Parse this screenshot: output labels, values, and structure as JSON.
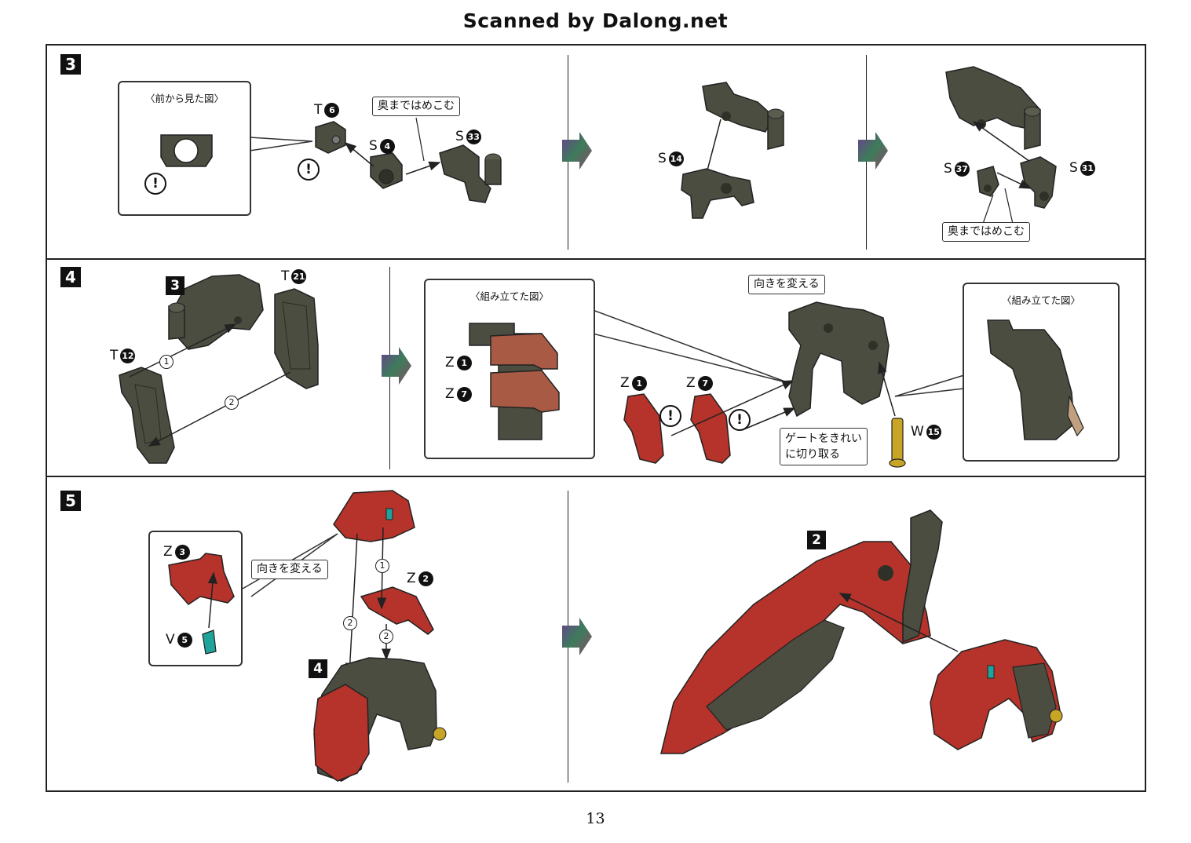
{
  "header": {
    "title": "Scanned by Dalong.net"
  },
  "page_number": "13",
  "colors": {
    "dark_part": "#4a4d40",
    "red_part": "#b5332a",
    "brown_part": "#a85a44",
    "gold_part": "#c9a526",
    "teal_part": "#1fa39a",
    "outline": "#222222"
  },
  "step3": {
    "number": "3",
    "callout_title": "〈前から見た図〉",
    "tag_push": "奥まではめこむ",
    "tag_push2": "奥まではめこむ",
    "labels": [
      {
        "letter": "T",
        "num": "6"
      },
      {
        "letter": "S",
        "num": "4"
      },
      {
        "letter": "S",
        "num": "33"
      },
      {
        "letter": "S",
        "num": "14"
      },
      {
        "letter": "S",
        "num": "37"
      },
      {
        "letter": "S",
        "num": "31"
      }
    ],
    "warning_glyph": "!"
  },
  "step4": {
    "number": "4",
    "ref_step": "3",
    "callout_assembled": "〈組み立てた図〉",
    "callout_assembled2": "〈組み立てた図〉",
    "tag_orient": "向きを変える",
    "tag_gate_line1": "ゲートをきれい",
    "tag_gate_line2": "に切り取る",
    "labels": [
      {
        "letter": "T",
        "num": "21"
      },
      {
        "letter": "T",
        "num": "12"
      },
      {
        "letter": "Z",
        "num": "1"
      },
      {
        "letter": "Z",
        "num": "7"
      },
      {
        "letter": "Z",
        "num": "1"
      },
      {
        "letter": "Z",
        "num": "7"
      },
      {
        "letter": "W",
        "num": "15"
      }
    ],
    "order": [
      "1",
      "2"
    ]
  },
  "step5": {
    "number": "5",
    "ref_step": "4",
    "ref_step2": "2",
    "tag_orient": "向きを変える",
    "labels": [
      {
        "letter": "Z",
        "num": "3"
      },
      {
        "letter": "V",
        "num": "5"
      },
      {
        "letter": "Z",
        "num": "2"
      }
    ],
    "order": [
      "1",
      "2",
      "2"
    ]
  }
}
